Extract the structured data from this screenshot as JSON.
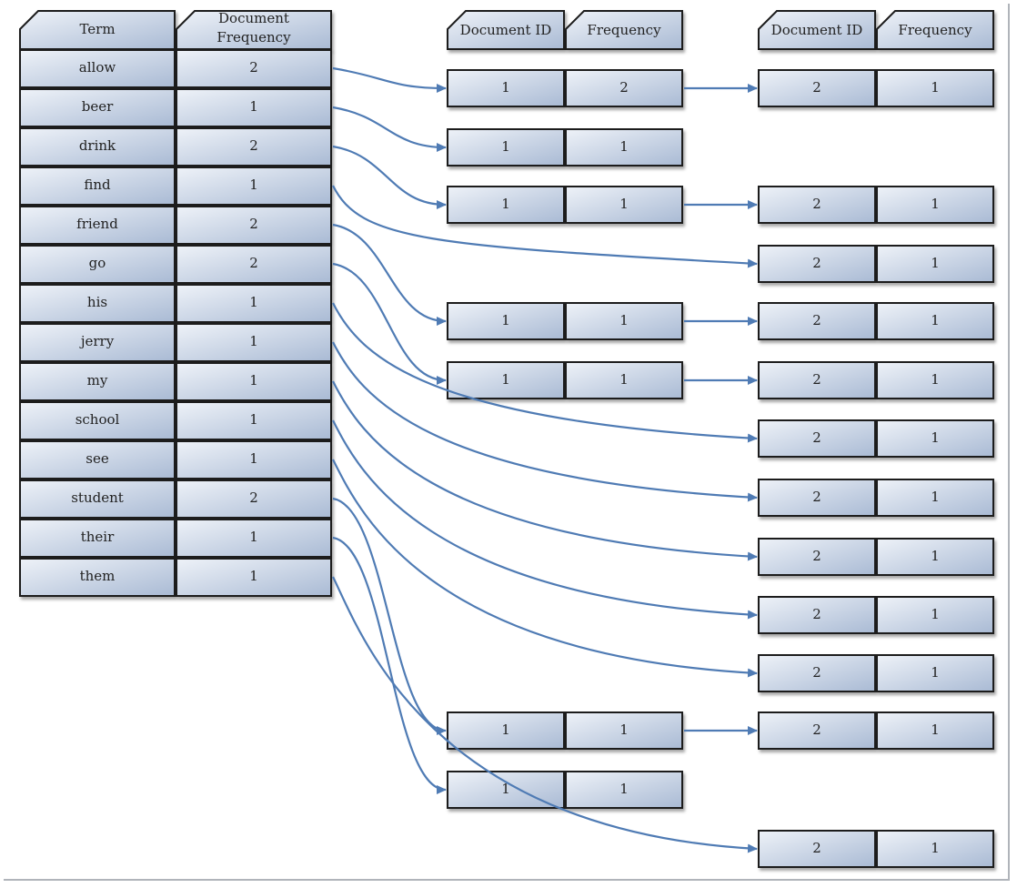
{
  "dictionary": {
    "headers": {
      "term": "Term",
      "doc_freq_line1": "Document",
      "doc_freq_line2": "Frequency"
    },
    "rows": [
      {
        "term": "allow",
        "df": "2"
      },
      {
        "term": "beer",
        "df": "1"
      },
      {
        "term": "drink",
        "df": "2"
      },
      {
        "term": "find",
        "df": "1"
      },
      {
        "term": "friend",
        "df": "2"
      },
      {
        "term": "go",
        "df": "2"
      },
      {
        "term": "his",
        "df": "1"
      },
      {
        "term": "jerry",
        "df": "1"
      },
      {
        "term": "my",
        "df": "1"
      },
      {
        "term": "school",
        "df": "1"
      },
      {
        "term": "see",
        "df": "1"
      },
      {
        "term": "student",
        "df": "2"
      },
      {
        "term": "their",
        "df": "1"
      },
      {
        "term": "them",
        "df": "1"
      }
    ]
  },
  "posting_headers": {
    "doc_id": "Document ID",
    "frequency": "Frequency"
  },
  "posting_lists": [
    [
      {
        "doc": "1",
        "freq": "2"
      },
      {
        "doc": "2",
        "freq": "1"
      }
    ],
    [
      {
        "doc": "1",
        "freq": "1"
      }
    ],
    [
      {
        "doc": "1",
        "freq": "1"
      },
      {
        "doc": "2",
        "freq": "1"
      }
    ],
    [
      {
        "doc": "2",
        "freq": "1"
      }
    ],
    [
      {
        "doc": "1",
        "freq": "1"
      },
      {
        "doc": "2",
        "freq": "1"
      }
    ],
    [
      {
        "doc": "1",
        "freq": "1"
      },
      {
        "doc": "2",
        "freq": "1"
      }
    ],
    [
      {
        "doc": "2",
        "freq": "1"
      }
    ],
    [
      {
        "doc": "2",
        "freq": "1"
      }
    ],
    [
      {
        "doc": "2",
        "freq": "1"
      }
    ],
    [
      {
        "doc": "2",
        "freq": "1"
      }
    ],
    [
      {
        "doc": "2",
        "freq": "1"
      }
    ],
    [
      {
        "doc": "1",
        "freq": "1"
      },
      {
        "doc": "2",
        "freq": "1"
      }
    ],
    [
      {
        "doc": "1",
        "freq": "1"
      }
    ],
    [
      {
        "doc": "2",
        "freq": "1"
      }
    ]
  ],
  "colors": {
    "cell_light": "#eef2f8",
    "cell_dark": "#a9bad4",
    "border": "#1a1a1a",
    "arrow": "#4f7bb4"
  }
}
